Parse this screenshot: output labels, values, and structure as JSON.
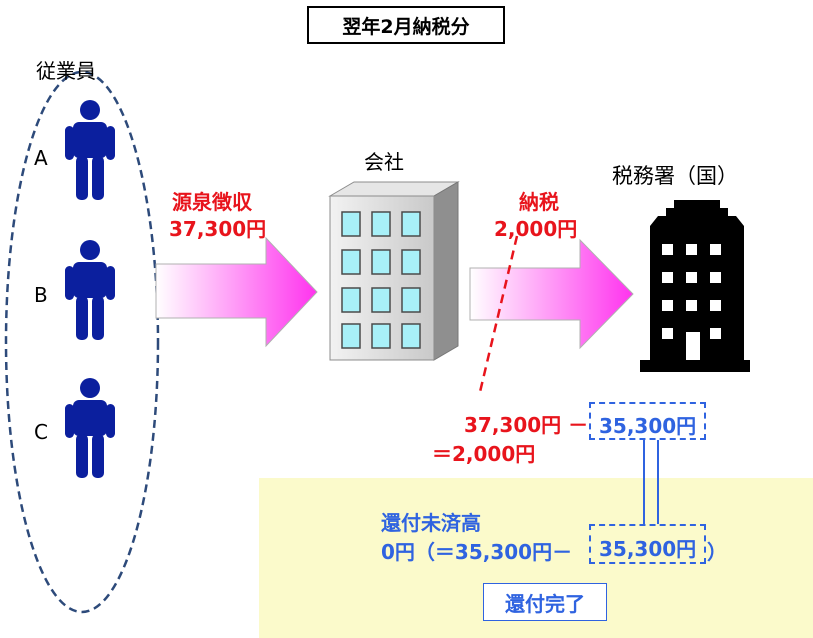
{
  "title": "翌年2月納税分",
  "employees": {
    "group_label": "従業員",
    "people": [
      {
        "label": "A"
      },
      {
        "label": "B"
      },
      {
        "label": "C"
      }
    ]
  },
  "company": {
    "label": "会社"
  },
  "tax_office": {
    "label": "税務署（国）"
  },
  "withholding": {
    "label": "源泉徴収",
    "amount": "37,300円"
  },
  "tax_payment": {
    "label": "納税",
    "amount": "2,000円"
  },
  "calc": {
    "line1_left": "37,300円 －",
    "line1_box": "35,300円",
    "line2": "＝2,000円"
  },
  "refund": {
    "label": "還付未済高",
    "line_left": "0円（＝35,300円－",
    "line_box": "35,300円",
    "line_right": "）"
  },
  "done_label": "還付完了",
  "colors": {
    "red": "#e8141c",
    "blue": "#2f63e0",
    "navy": "#0b1f9e",
    "dash_navy": "#2d4a7a",
    "pink": "#ff33ee",
    "yellow_panel": "#fbfacb"
  },
  "icons": {
    "person": "person-icon",
    "company_building": "office-building-icon",
    "tax_office_building": "tax-office-building-icon"
  }
}
